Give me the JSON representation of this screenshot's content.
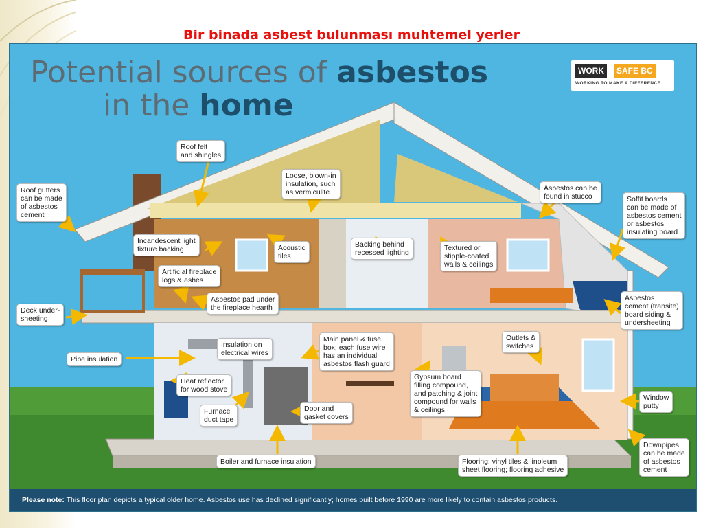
{
  "slide": {
    "title": "Bir binada asbest bulunması muhtemel yerler"
  },
  "poster": {
    "heading_part1": "Potential sources of ",
    "heading_part2": "asbestos",
    "heading_part3": "in the ",
    "heading_part4": "home",
    "logo": {
      "word1": "WORK",
      "word2": "SAFE BC",
      "tagline": "WORKING TO MAKE A DIFFERENCE"
    },
    "callouts": {
      "roof_felt": "Roof felt\nand shingles",
      "loose_blown_in": "Loose, blown-in\ninsulation, such\nas vermiculite",
      "roof_gutters": "Roof gutters\ncan be made\nof asbestos\ncement",
      "stucco": "Asbestos can be\nfound in stucco",
      "soffit": "Soffit boards\ncan be made of\nasbestos cement\nor asbestos\ninsulating board",
      "incandescent": "Incandescent light\nfixture backing",
      "acoustic": "Acoustic\ntiles",
      "recessed": "Backing behind\nrecessed lighting",
      "textured": "Textured or\nstipple-coated\nwalls & ceilings",
      "fireplace_logs": "Artificial fireplace\nlogs & ashes",
      "fireplace_pad": "Asbestos pad under\nthe fireplace hearth",
      "deck": "Deck under-\nsheeting",
      "transite": "Asbestos\ncement (transite)\nboard siding &\nundersheeting",
      "pipe": "Pipe insulation",
      "electrical": "Insulation on\nelectrical wires",
      "main_panel": "Main panel & fuse\nbox; each fuse wire\nhas an individual\nasbestos flash guard",
      "outlets": "Outlets &\nswitches",
      "heat_reflector": "Heat reflector\nfor wood stove",
      "gypsum": "Gypsum board\nfilling compound,\nand patching & joint\ncompound for walls\n& ceilings",
      "window_putty": "Window\nputty",
      "furnace_tape": "Furnace\nduct tape",
      "door_gasket": "Door and\ngasket covers",
      "downpipes": "Downpipes\ncan be made\nof asbestos\ncement",
      "boiler": "Boiler and furnace insulation",
      "flooring": "Flooring: vinyl tiles & linoleum\nsheet flooring; flooring adhesive"
    },
    "note_label": "Please note:",
    "note_text": " This floor plan depicts a typical older home. Asbestos use has declined significantly; homes built before 1990 are more likely to contain asbestos products."
  },
  "colors": {
    "title_red": "#e8100c",
    "sky_blue": "#4fb6e1",
    "heading_navy": "#1d4f6b",
    "logo_orange": "#f5a81e",
    "arrow_yellow": "#f5b800",
    "grass_green": "#3f8a2e"
  }
}
